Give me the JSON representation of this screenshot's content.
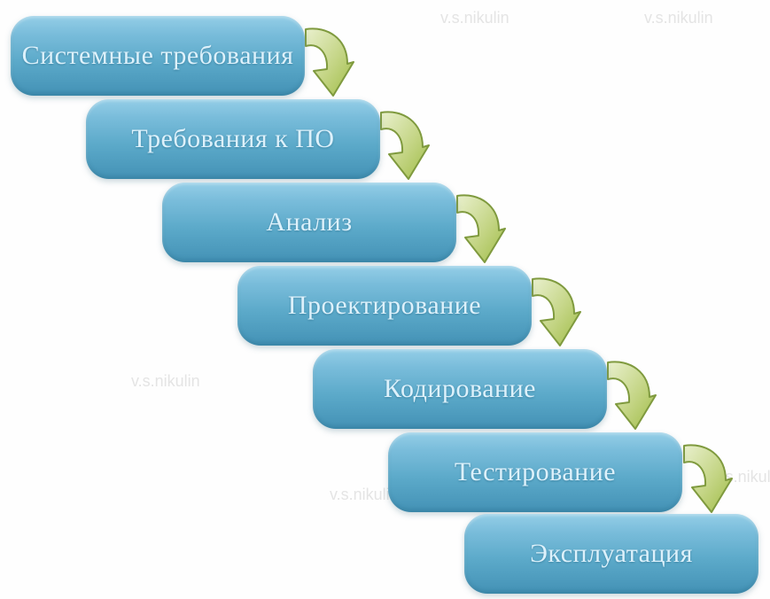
{
  "diagram": {
    "type": "waterfall-model-flowchart",
    "stages": [
      {
        "label": "Системные требования"
      },
      {
        "label": "Требования к ПО"
      },
      {
        "label": "Анализ"
      },
      {
        "label": "Проектирование"
      },
      {
        "label": "Кодирование"
      },
      {
        "label": "Тестирование"
      },
      {
        "label": "Эксплуатация"
      }
    ],
    "connector": {
      "icon": "curved-down-right-arrow",
      "count": 6
    },
    "watermark": {
      "text": "v.s.nikulin"
    },
    "colors": {
      "box_gradient_top": "#94cee7",
      "box_gradient_bottom": "#4290b3",
      "box_text": "#ddf1fb",
      "arrow_fill_light": "#e9f0cd",
      "arrow_fill_dark": "#9fbc46",
      "arrow_outline": "#7f9a3e",
      "background": "#fefefe"
    }
  }
}
